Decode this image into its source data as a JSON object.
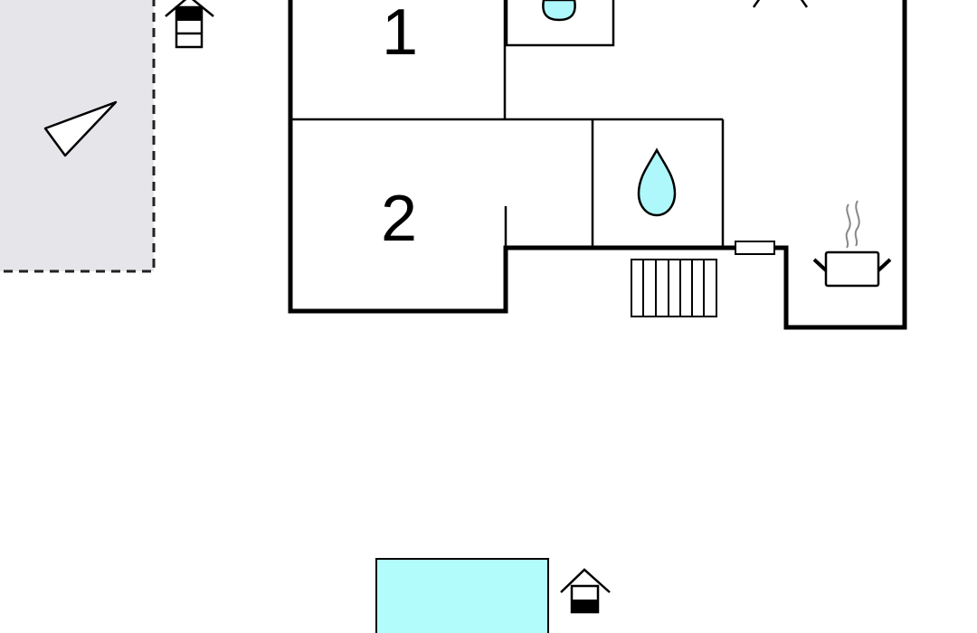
{
  "rooms": [
    {
      "label": "1",
      "kind": "bedroom"
    },
    {
      "label": "2",
      "kind": "bedroom"
    }
  ],
  "icons": [
    "compass-icon",
    "storey-level-icon",
    "water-drop-icon",
    "radiator-icon",
    "cooking-pot-icon",
    "lamp-icon",
    "pool"
  ],
  "colors": {
    "terrace_fill": "#e6e6ea",
    "water_fill": "#aef8fb",
    "pool_fill": "#b3fcfc",
    "wall": "#000000",
    "background": "#ffffff"
  }
}
